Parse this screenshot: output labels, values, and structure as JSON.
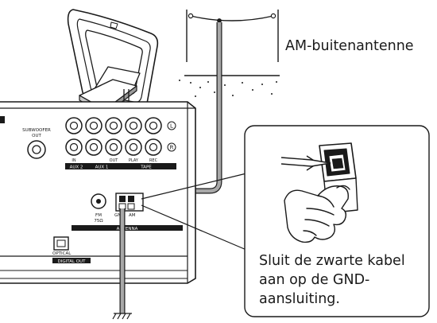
{
  "outdoor_antenna_label": "AM-buitenantenne",
  "callout": {
    "lines": [
      "Sluit de zwarte kabel",
      "aan op de GND-",
      "aansluiting."
    ]
  },
  "panel": {
    "subwoofer_label": [
      "SUBWOOFER",
      "OUT"
    ],
    "jack_row_labels": {
      "in1": "IN",
      "out1": "OUT",
      "play": "PLAY",
      "rec": "REC"
    },
    "jack_group_labels": {
      "aux2": "AUX 2",
      "aux1": "AUX 1",
      "tape": "TAPE"
    },
    "channel_left": "L",
    "channel_right": "R",
    "fm_label": [
      "FM",
      "75Ω"
    ],
    "gnd_label": "GND",
    "am_label": "AM",
    "antenna_label": "ANTENNA",
    "optical_label": "OPTICAL",
    "digital_out_label": "DIGITAL OUT"
  },
  "colors": {
    "line": "#1a1a1a",
    "cable_gray": "#9a9a9a",
    "hand_fill": "#ffffff"
  }
}
